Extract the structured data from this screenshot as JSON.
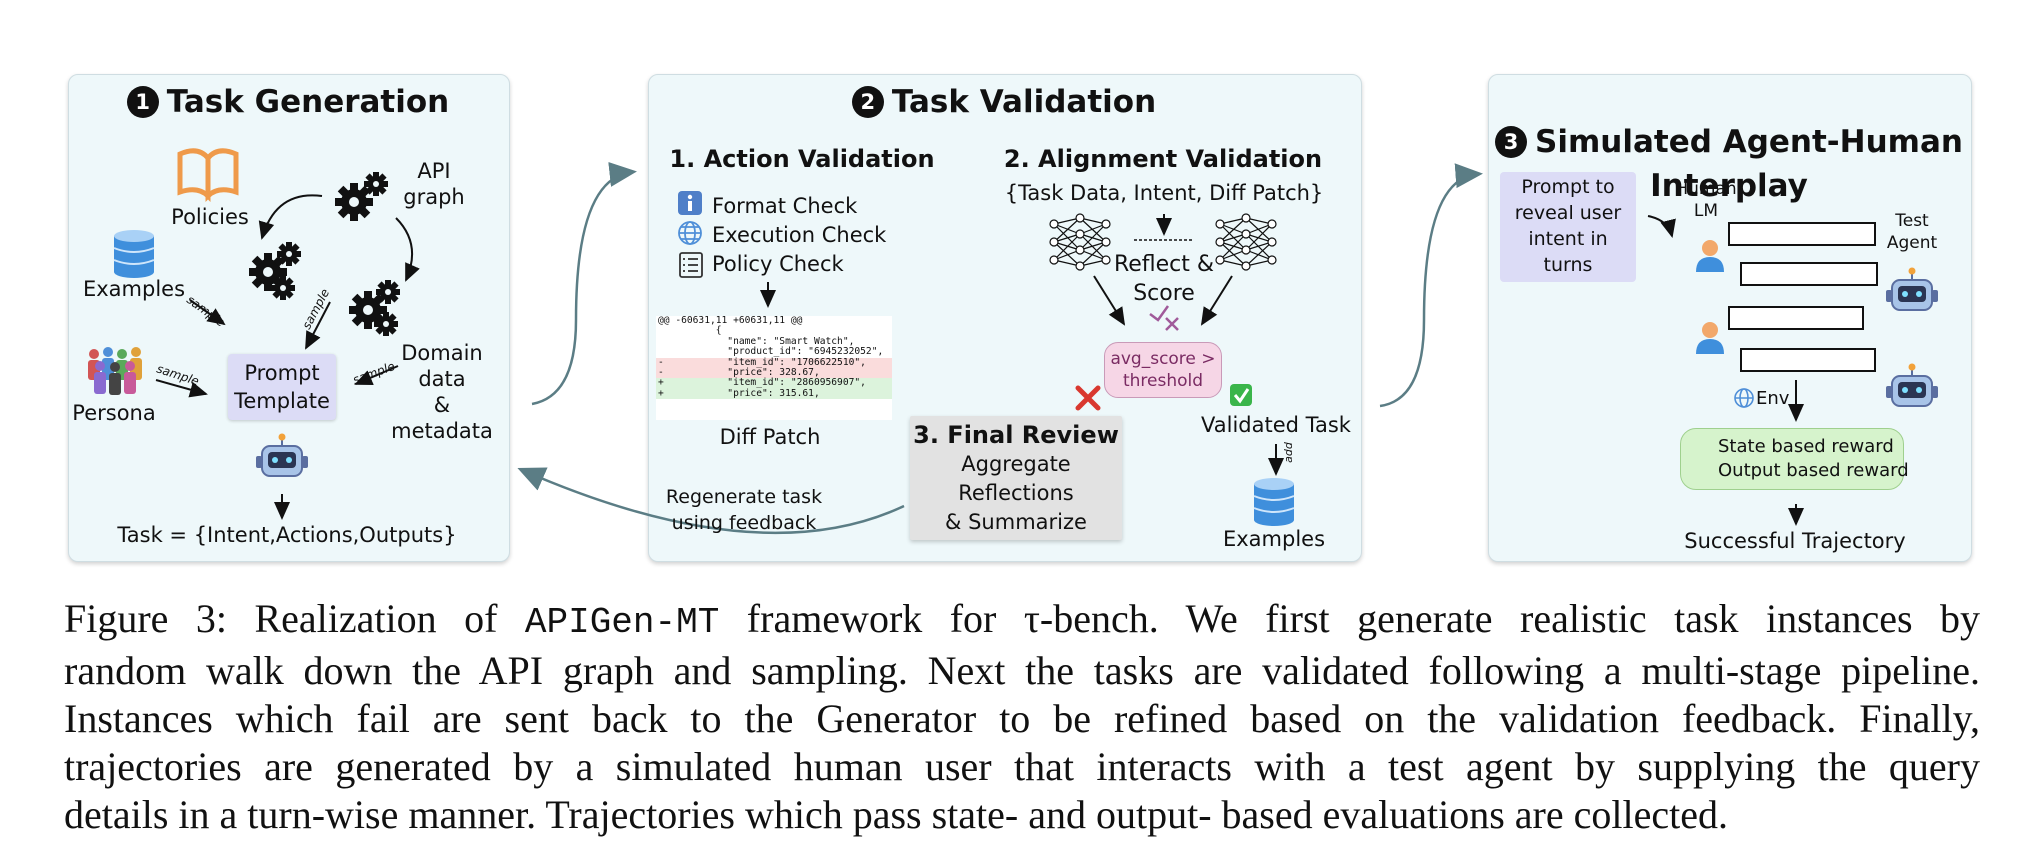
{
  "panel1": {
    "number": "1",
    "title": "Task Generation",
    "policies": "Policies",
    "api_graph": "API\ngraph",
    "examples": "Examples",
    "persona": "Persona",
    "domain_data": "Domain\ndata\n& metadata",
    "sample": "sample",
    "prompt_template": "Prompt\nTemplate",
    "task_formula": "Task = {Intent,Actions,Outputs}"
  },
  "panel2": {
    "number": "2",
    "title": "Task Validation",
    "action_validation": "1. Action Validation",
    "checks": [
      "Format Check",
      "Execution Check",
      "Policy Check"
    ],
    "diff_patch_label": "Diff Patch",
    "diff_lines": [
      "@@ -60631,11 +60631,11 @@",
      "          {",
      "            \"name\": \"Smart Watch\",",
      "            \"product_id\": \"6945232052\",",
      "-           \"item_id\": \"1706622510\",",
      "-           \"price\": 328.67,",
      "+           \"item_id\": \"2860956907\",",
      "+           \"price\": 315.61,"
    ],
    "alignment_validation": "2. Alignment Validation",
    "alignment_inputs": "{Task Data, Intent, Diff Patch}",
    "reflect_score": "Reflect &\nScore",
    "threshold": "avg_score >\nthreshold",
    "final_review_title": "3. Final Review",
    "final_review_body": "Aggregate\nReflections\n& Summarize",
    "validated_task": "Validated Task",
    "add": "add",
    "examples": "Examples",
    "regenerate": "Regenerate task\nusing feedback"
  },
  "panel3": {
    "number": "3",
    "title": "Simulated Agent-Human\nInterplay",
    "prompt_reveal": "Prompt to\nreveal user\nintent in\nturns",
    "human_lm": "Human\nLM",
    "test_agent": "Test\nAgent",
    "env": "Env",
    "rewards": [
      "State based reward",
      "Output based reward"
    ],
    "successful": "Successful Trajectory"
  },
  "caption": {
    "figure": "Figure 3:",
    "text_a": "Realization of",
    "framework": "APIGen-MT",
    "text_b": "framework for τ-bench. We first generate realistic task instances by",
    "lines": [
      "random walk down the API graph and sampling. Next the tasks are validated following a multi-stage pipeline.",
      "Instances which fail are sent back to the Generator to be refined based on the validation feedback. Finally,",
      "trajectories are generated by a simulated human user that interacts with a test agent by supplying the query",
      "details in a turn-wise manner. Trajectories which pass state- and output- based evaluations are collected."
    ]
  },
  "colors": {
    "panel_bg": "#eef8fa",
    "prompt_box": "#dcdcf6",
    "threshold_box": "#f6d6e6",
    "review_box": "#e2e2e2",
    "reward_box": "#d6f3cc",
    "arrow": "#5b7d85",
    "book": "#ef9a4a",
    "db": "#3f8fdc",
    "cross": "#d9382f",
    "check": "#3ab54a"
  },
  "icons": [
    "book-icon",
    "gears-icon",
    "database-icon",
    "crowd-icon",
    "robot-icon",
    "neural-net-icon",
    "info-icon",
    "globe-icon",
    "checklist-icon",
    "person-icon",
    "cross-icon",
    "checkmark-icon"
  ]
}
